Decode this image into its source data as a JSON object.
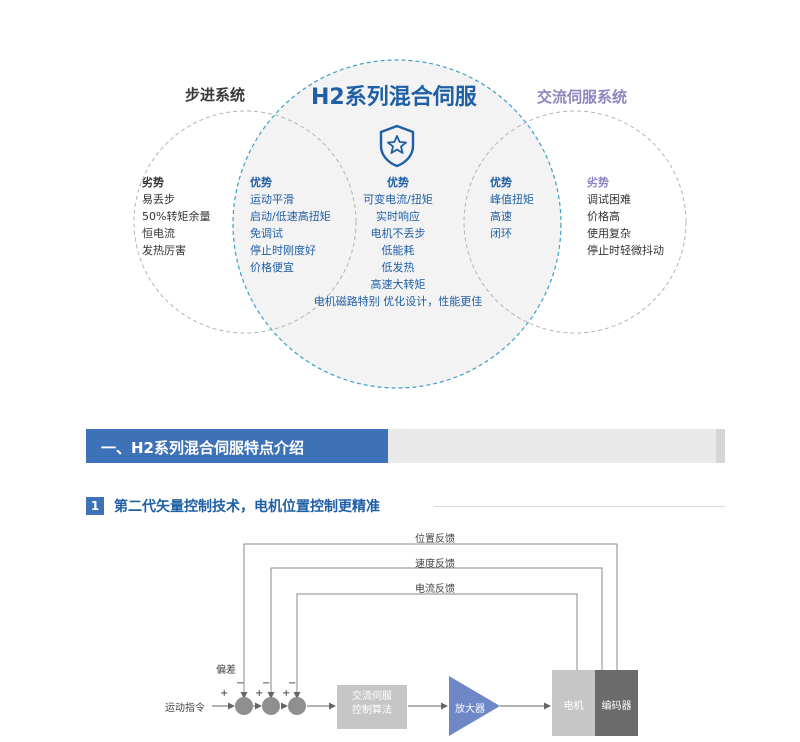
{
  "venn": {
    "left_title": "步进系统",
    "center_title": "H2系列混合伺服",
    "right_title": "交流伺服系统",
    "left_disadvantages": {
      "head": "劣势",
      "items": [
        "易丢步",
        "50%转矩余量",
        "恒电流",
        "发热厉害"
      ]
    },
    "left_advantages": {
      "head": "优势",
      "items": [
        "运动平滑",
        "启动/低速高扭矩",
        "免调试",
        "停止时刚度好",
        "价格便宜"
      ]
    },
    "center_advantages": {
      "head": "优势",
      "items": [
        "可变电流/扭矩",
        "实时响应",
        "电机不丢步",
        "低能耗",
        "低发热",
        "高速大转矩",
        "电机磁路特别  优化设计，性能更佳"
      ]
    },
    "right_advantages": {
      "head": "优势",
      "items": [
        "峰值扭矩",
        "高速",
        "闭环"
      ]
    },
    "right_disadvantages": {
      "head": "劣势",
      "items": [
        "调试困难",
        "价格高",
        "使用复杂",
        "停止时轻微抖动"
      ]
    },
    "colors": {
      "blue": "#1f5fa6",
      "purple": "#8e86c1",
      "dash": "#3aa0c8"
    },
    "icon": "shield-star-icon"
  },
  "section": {
    "title": "一、H2系列混合伺服特点介绍"
  },
  "subsection": {
    "number": "1",
    "title": "第二代矢量控制技术，电机位置控制更精准"
  },
  "diagram": {
    "feedback_position": "位置反馈",
    "feedback_speed": "速度反馈",
    "feedback_current": "电流反馈",
    "error_label": "偏差",
    "input_label": "运动指令",
    "algo_line1": "交流伺服",
    "algo_line2": "控制算法",
    "amplifier": "放大器",
    "motor": "电机",
    "encoder": "编码器",
    "plus": "+",
    "minus": "−"
  }
}
